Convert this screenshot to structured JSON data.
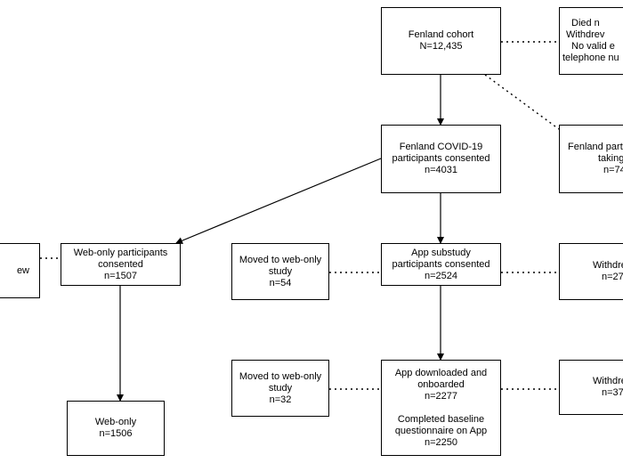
{
  "boxes": {
    "cohort": [
      "Fenland cohort",
      "N=12,435"
    ],
    "excluded_top": [
      "Died n",
      "Withdrev",
      "No valid e",
      "telephone nu"
    ],
    "consented": [
      "Fenland COVID-19",
      "participants consented",
      "n=4031"
    ],
    "not_taking": [
      "Fenland part",
      "taking",
      "n=74"
    ],
    "withdrew_left": [
      "ew",
      ""
    ],
    "web_only_consented": [
      "Web-only participants",
      "consented",
      "n=1507"
    ],
    "moved_web_1": [
      "Moved to web-only",
      "study",
      "n=54"
    ],
    "app_consented": [
      "App substudy",
      "participants consented",
      "n=2524"
    ],
    "withdrew_mid": [
      "Withdre",
      "n=27"
    ],
    "moved_web_2": [
      "Moved to web-only",
      "study",
      "n=32"
    ],
    "app_downloaded": [
      "App downloaded and",
      "onboarded",
      "n=2277",
      "",
      "Completed baseline",
      "questionnaire on App",
      "n=2250"
    ],
    "withdrew_bottom": [
      "Withdre",
      "n=37"
    ],
    "web_only": [
      "Web-only",
      "n=1506"
    ]
  }
}
